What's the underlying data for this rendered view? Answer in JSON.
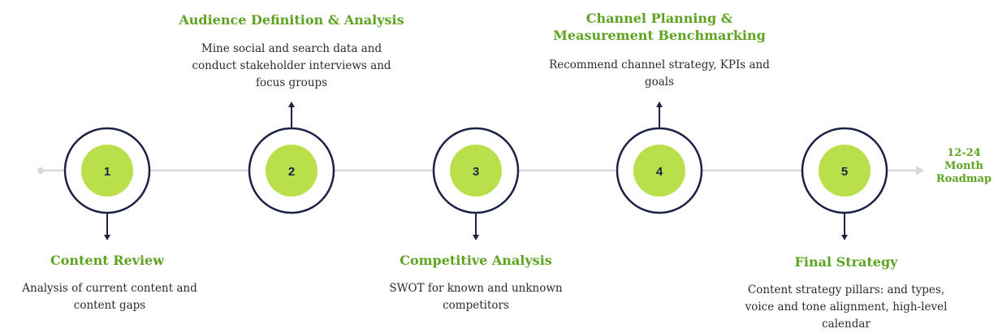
{
  "colors": {
    "accent_green": "#5ea322",
    "node_fill": "#b9e04b",
    "ring": "#1c2244",
    "axis": "#d7d7dc",
    "text": "#2b2b2b"
  },
  "end_label": "12-24\nMonth\nRoadmap",
  "steps": [
    {
      "number": "1",
      "title": "Content Review",
      "description": "Analysis of current content and content gaps",
      "position": "below"
    },
    {
      "number": "2",
      "title": "Audience Definition & Analysis",
      "description": "Mine social and search data and conduct stakeholder interviews and focus groups",
      "position": "above"
    },
    {
      "number": "3",
      "title": "Competitive Analysis",
      "description": "SWOT for known and unknown competitors",
      "position": "below"
    },
    {
      "number": "4",
      "title": "Channel Planning &\nMeasurement Benchmarking",
      "description": "Recommend channel strategy, KPIs and goals",
      "position": "above"
    },
    {
      "number": "5",
      "title": "Final Strategy",
      "description": "Content strategy pillars: and types, voice and tone alignment, high-level calendar",
      "position": "below"
    }
  ]
}
